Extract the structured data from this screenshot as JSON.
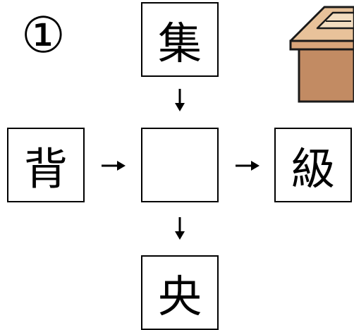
{
  "puzzle": {
    "number": "①",
    "top": "集",
    "left": "背",
    "center": "",
    "right": "級",
    "bottom": "央"
  },
  "illustration": {
    "icon": "desk-icon",
    "colors": {
      "front": "#C28B63",
      "top": "#E8C29A",
      "outline": "#1A1A1A"
    }
  }
}
